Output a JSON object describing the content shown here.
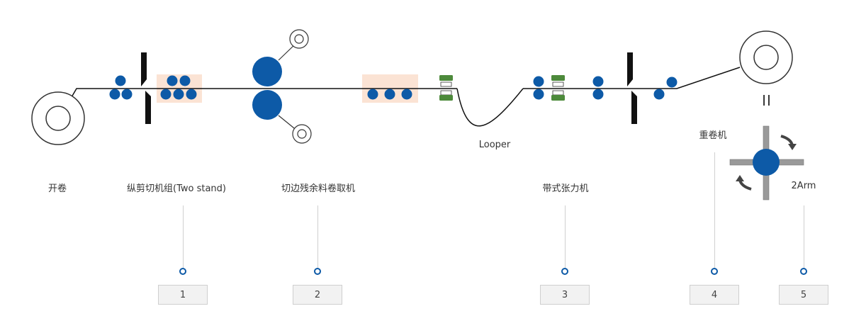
{
  "labels": {
    "uncoiler": "开卷",
    "slitter": "纵剪切机组(Two stand)",
    "scrap_winder": "切边残余料卷取机",
    "looper": "Looper",
    "tension": "带式张力机",
    "recoiler": "重卷机",
    "two_arm": "2Arm",
    "pause_symbol": "II"
  },
  "steps": [
    "1",
    "2",
    "3",
    "4",
    "5"
  ],
  "colors": {
    "roll_blue": "#0d5aa7",
    "highlight_box": "#fbe3d4",
    "pad_green": "#4d8a3b",
    "cutter_black": "#111111",
    "rotate_arrow": "#444444",
    "connector_line": "#d0d0d0",
    "step_box_fill": "#f2f2f2"
  }
}
